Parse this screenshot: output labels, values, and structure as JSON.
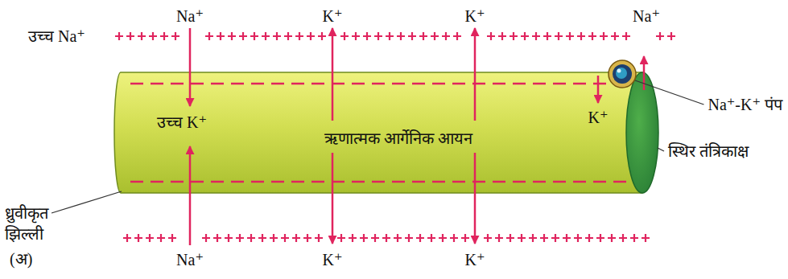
{
  "diagram": {
    "nodes": [
      {
        "text": [
          "उच्च K⁺",
          "ऋणात्मक आर्गेनिक आयन"
        ]
      }
    ],
    "labels": [
      "उच्च Na⁺",
      "Na⁺",
      "K⁺",
      "K⁺",
      "Na⁺",
      "K⁺",
      "Na⁺-K⁺ पंप",
      "स्थिर तंत्रिकाक्ष",
      "Na⁺",
      "K⁺",
      "K⁺",
      "ध्रुवीकृत झिल्ली",
      "(अ)"
    ]
  }
}
